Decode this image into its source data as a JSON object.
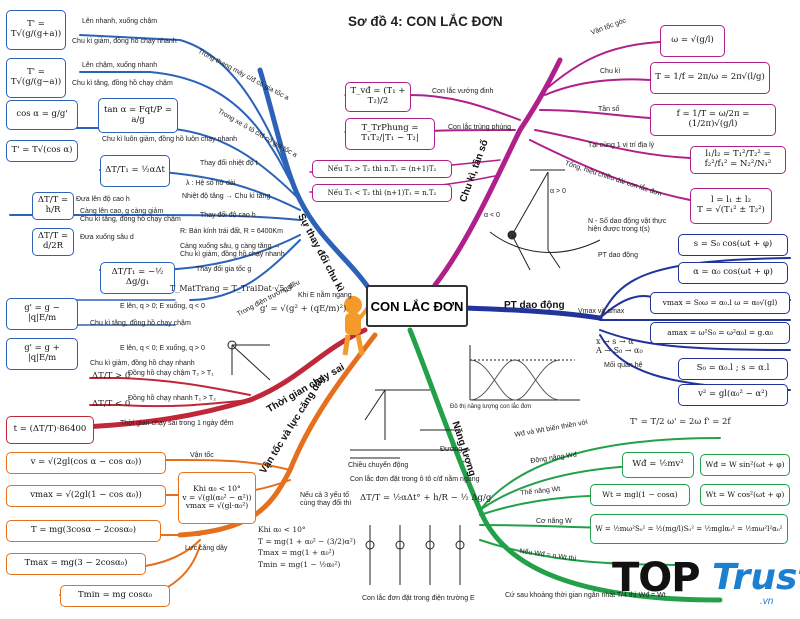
{
  "title": "Sơ đồ 4: CON LẮC ĐƠN",
  "center": "CON LẮC ĐƠN",
  "branches": {
    "su_thay_doi_chu_ki": "Sự thay đổi chu kì",
    "thoi_gian_chay_sai": "Thời gian chạy sai",
    "van_toc_luc_cang_day": "Vận tốc và lực căng dây",
    "nang_luong": "Năng lượng",
    "pt_dao_dong": "PT dao động",
    "chu_ki_tan_so": "Chu kì, tần số"
  },
  "left": {
    "elevator_fast": "T' = T√(g/(g+a))",
    "elevator_slow": "T' = T√(g/(g−a))",
    "tan_alpha": "tan α = Fqt/P = a/g",
    "cos_alpha": "cos α = g/g'",
    "t_prime_cos": "T' = T√(cos α)",
    "dT_temp": "ΔT/T₁ = ½αΔt",
    "dT_height": "ΔT/T = h/R",
    "dT_depth": "ΔT/T = d/2R",
    "dT_g": "ΔT/T₁ = −½ Δg/g₁",
    "t_mat_trang": "T_MatTrang = T_TraiDat·√5,9",
    "g_minus": "g' = g − |q|E/m",
    "g_plus": "g' = g + |q|E/m",
    "g_horizontal": "g' = √(g² + (qE/m)²)",
    "dT_pos": "ΔT/T > 0",
    "dT_neg": "ΔT/T < 0",
    "t_day": "t = (ΔT/T)·86400",
    "v_formula": "v = √(2gl(cos α − cos α₀))",
    "vmax_formula": "vmax = √(2gl(1 − cos α₀))",
    "small_angle": "Khi α₀ < 10°\nv = √(gl(α₀² − α²))\nvmax = √(gl·α₀²)",
    "T_formula": "T = mg(3cosα − 2cosα₀)",
    "Tmax_formula": "Tmax = mg(3 − 2cosα₀)",
    "Tmin_formula": "Tmin = mg cosα₀"
  },
  "labels": {
    "len_nhanh_xuong_cham": "Lên nhanh, xuống chậm",
    "ck_giam_dh_nhanh": "Chu kì giảm, đồng hồ chạy nhanh",
    "trong_thang_may": "Trong thang máy c/đ có gia tốc a",
    "len_cham_xuong_nhanh": "Lên chậm, xuống nhanh",
    "ck_tang_dh_cham": "Chu kì tăng, đồng hồ chạy chậm",
    "trong_xe_oto": "Trong xe ô tô c/đ có gia tốc a",
    "ck_giam_dh_nhanh2": "Chu kì luôn giảm, đồng hồ luôn chạy nhanh",
    "thay_doi_nhiet_do": "Thay đổi nhiệt độ t",
    "he_so_no_dai": "λ : Hệ số nở dài",
    "nhiet_do_tang": "Nhiệt độ tăng → Chu kì tăng",
    "dua_len_do_cao": "Đưa lên độ cao h",
    "cang_len_cao": "Càng lên cao, g càng giảm\nChu kì tăng, đồng hồ chạy chậm",
    "thay_doi_do_cao": "Thay đổi độ cao h",
    "dua_xuong_sau": "Đưa xuống sâu d",
    "ban_kinh": "R: Bán kính trái đất, R = 6400Km",
    "cang_xuong_sau": "Càng xuống sâu, g càng tăng →\nChu kì giảm, đồng hồ chạy nhanh",
    "thay_doi_g": "Thay đổi gia tốc g",
    "trong_dien_truong": "Trong điện trường đều",
    "khi_e_ngang": "Khi E nằm ngang",
    "e_len_q_lon": "E lên, q > 0; E xuống, q < 0",
    "e_len_q_nho": "E lên, q < 0; E xuống, q > 0",
    "dh_cham_T2": "Đồng hồ chạy chậm T₂ > T₁",
    "dh_nhanh_T1": "Đồng hồ chạy nhanh T₁ > T₂",
    "tg_chay_sai_1_ngay": "Thời gian chạy sai trong 1 ngày đêm",
    "van_toc": "Vận tốc",
    "luc_cang_day": "Lực căng dây",
    "chieu_chuyen_dong": "Chiều chuyển động",
    "duong": "Đường",
    "con_lac_tren_xe": "Con lắc đơn đặt trong ô tô c/đ nằm ngang",
    "neu_ca_3_yeu_to": "Nếu cả 3 yếu tố\ncùng thay đổi thì",
    "dT_all": "ΔT/T = ½αΔt° + h/R − ½ Δg/g",
    "small_tension": "Khi α₀ < 10°\nT = mg(1 + α₀² − (3/2)α²)\nTmax = mg(1 + α₀²)\nTmin = mg(1 − ½α₀²)",
    "con_lac_dien_truong": "Con lắc đơn đặt trong điện trường E",
    "van_toc_goc": "Vận tốc góc",
    "chu_ki": "Chu kì",
    "tan_so": "Tần số",
    "tai_cung_vi_tri": "Tại cùng 1 vị trí địa lý",
    "tong_hieu_chieu_dai": "Tổng, hiệu chiều dài con lắc đơn",
    "con_lac_vuong_dinh": "Con lắc vướng đinh",
    "con_lac_trung_phung": "Con lắc trùng phùng",
    "so_dao_dong": "N - Số dao động vật thực\nhiện được trong t(s)",
    "pt_dao_dong_sub": "PT dao động",
    "vmax_amax": "Vmax và amax",
    "moi_quan_he": "Mối quan hệ",
    "do_thi": "Đồ thị năng lượng con lắc đơn",
    "wd_wt_bien_thien": "Wđ và Wt biến thiên với",
    "dong_nang": "Động năng Wđ",
    "the_nang": "Thế năng Wt",
    "co_nang": "Cơ năng W",
    "neu_wd_n_wt": "Nếu Wđ = n.Wt thì",
    "cu_sau_khoang": "Cứ sau khoảng thời gian ngắn nhất T/4 thì Wđ = Wt",
    "alpha_pos": "α > 0",
    "alpha_neg": "α < 0"
  },
  "right": {
    "omega": "ω = √(g/l)",
    "chu_ki": "T = 1/f = 2π/ω = 2π√(l/g)",
    "tan_so": "f = 1/T = ω/2π = (1/2π)√(g/l)",
    "cung_vi_tri": "l₁/l₂ = T₁²/T₂² = f₂²/f₁² = N₂²/N₁²",
    "tong_hieu": "l = l₁ ± l₂\nT = √(T₁² ± T₂²)",
    "vuong_dinh": "T_vđ = (T₁ + T₂)/2",
    "trung_phung": "T_TrPhung = T₁T₂/|T₁ − T₂|",
    "neu_t1_lon": "Nếu T₁ > T₂ thì n.T₁ = (n+1)T₂",
    "neu_t1_nho": "Nếu T₁ < T₂ thì (n+1)T₁ = n.T₂",
    "s_pt": "s = S₀ cos(ωt + φ)",
    "a_pt": "α = α₀ cos(ωt + φ)",
    "vmax": "vmax = S₀ω = α₀.l ω = α₀√(gl)",
    "amax": "amax = ω²S₀ = ω²α₀l = g.α₀",
    "x_eq": "x → s → α\nA → S₀ → α₀",
    "s0_rel": "S₀ = α₀.l ; s = α.l",
    "v2_rel": "v² = gl(α₀² − α²)",
    "tfw": "T' = T/2   ω' = 2ω   f' = 2f",
    "wd": "Wđ = ½mv²",
    "wd2": "Wđ = W sin²(ωt + φ)",
    "wt": "Wt = mgl(1 − cosα)",
    "wt2": "Wt = W cos²(ωt + φ)",
    "w": "W = ½mω²S₀² = ½(mg/l)S₀² = ½mglα₀² = ½mω²l²α₀²"
  },
  "brand": {
    "top": "TOP",
    "trust": "Trust",
    "vn": ".vn"
  },
  "colors": {
    "blue": "#2c63b8",
    "red": "#c0283a",
    "orange": "#e4701d",
    "green": "#23a04a",
    "navy": "#22349a",
    "magenta": "#b0208a"
  }
}
